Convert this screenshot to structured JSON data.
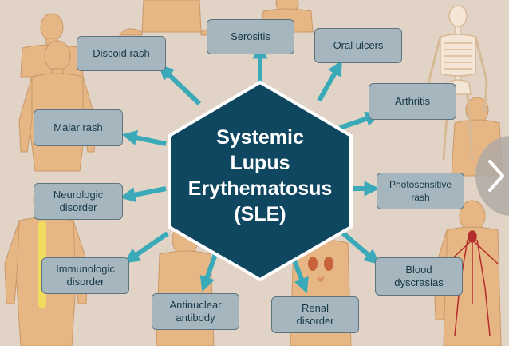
{
  "title_lines": [
    "Systemic",
    "Lupus",
    "Erythematosus",
    "(SLE)"
  ],
  "labels": {
    "discoid_rash": [
      "Discoid rash"
    ],
    "serositis": [
      "Serositis"
    ],
    "oral_ulcers": [
      "Oral ulcers"
    ],
    "arthritis": [
      "Arthritis"
    ],
    "malar_rash": [
      "Malar rash"
    ],
    "photosensitive_rash": [
      "Photosensitive",
      "rash"
    ],
    "neurologic_disorder": [
      "Neurologic",
      "disorder"
    ],
    "immunologic_disorder": [
      "Immunologic",
      "disorder"
    ],
    "blood_dyscrasias": [
      "Blood",
      "dyscrasias"
    ],
    "antinuclear_antibody": [
      "Antinuclear",
      "antibody"
    ],
    "renal_disorder": [
      "Renal",
      "disorder"
    ]
  },
  "colors": {
    "background": "#e1d3c5",
    "hexagon": "#0f4761",
    "hexagon_border": "#ffffff",
    "box_fill": "#a6b6bf",
    "box_border": "#5d7480",
    "box_text": "#173847",
    "arrow": "#3aaab9",
    "body_figure": "#e7b37f"
  },
  "icons": {
    "next": "chevron-right-icon"
  }
}
